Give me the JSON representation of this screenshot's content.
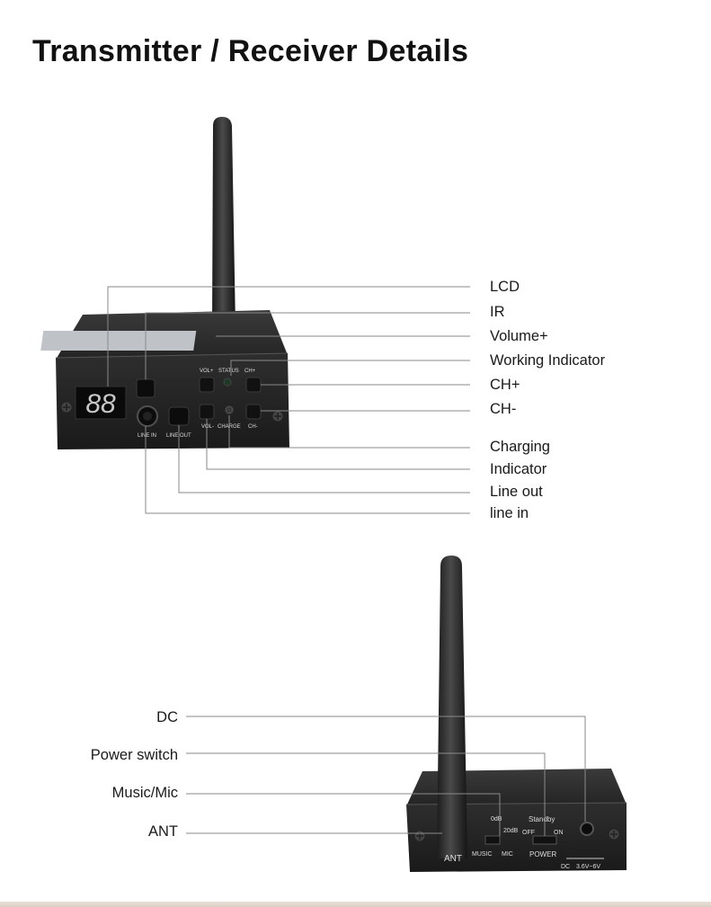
{
  "page": {
    "title": "Transmitter / Receiver Details"
  },
  "transmitter": {
    "display_digits": "88",
    "panel_labels": {
      "vol_plus": "VOL+",
      "status": "STATUS",
      "ch_plus": "CH+",
      "line_in": "LINE IN",
      "line_out": "LINE OUT",
      "vol_minus": "VOL-",
      "charge": "CHARGE",
      "ch_minus": "CH-"
    },
    "callouts": [
      "LCD",
      "IR",
      "Volume+",
      "Working Indicator",
      "CH+",
      "CH-",
      "Charging",
      "Indicator",
      "Line out",
      "line in"
    ]
  },
  "receiver": {
    "panel_labels": {
      "db0": "0dB",
      "db20": "20dB",
      "standby": "Standby",
      "off": "OFF",
      "on": "ON",
      "music": "MUSIC",
      "mic": "MIC",
      "power": "POWER",
      "ant": "ANT",
      "dc": "DC",
      "voltage": "3.6V~6V"
    },
    "callouts": [
      "DC",
      "Power switch",
      "Music/Mic",
      "ANT"
    ]
  }
}
